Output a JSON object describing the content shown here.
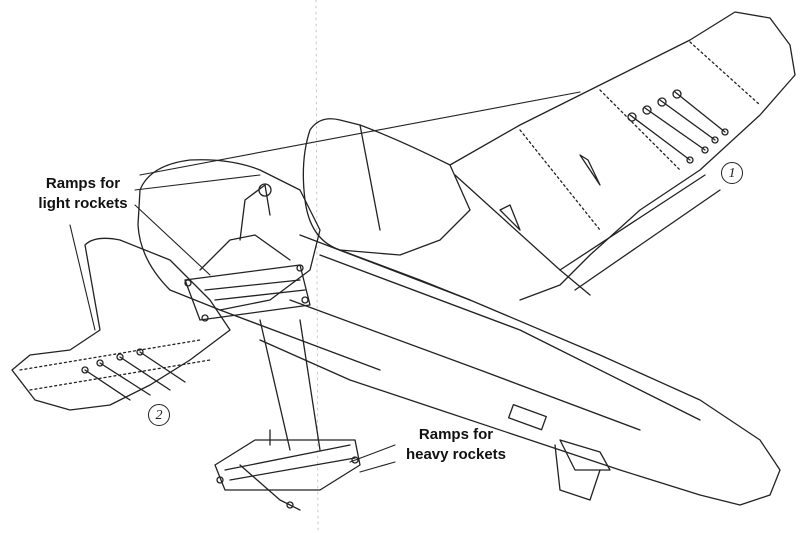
{
  "labels": {
    "light": {
      "line1": "Ramps for",
      "line2": "light rockets"
    },
    "heavy": {
      "line1": "Ramps for",
      "line2": "heavy rockets"
    }
  },
  "callouts": {
    "one": "1",
    "two": "2"
  },
  "colors": {
    "ink": "#222222",
    "paper": "#ffffff",
    "dash": "#bbbbbb"
  }
}
